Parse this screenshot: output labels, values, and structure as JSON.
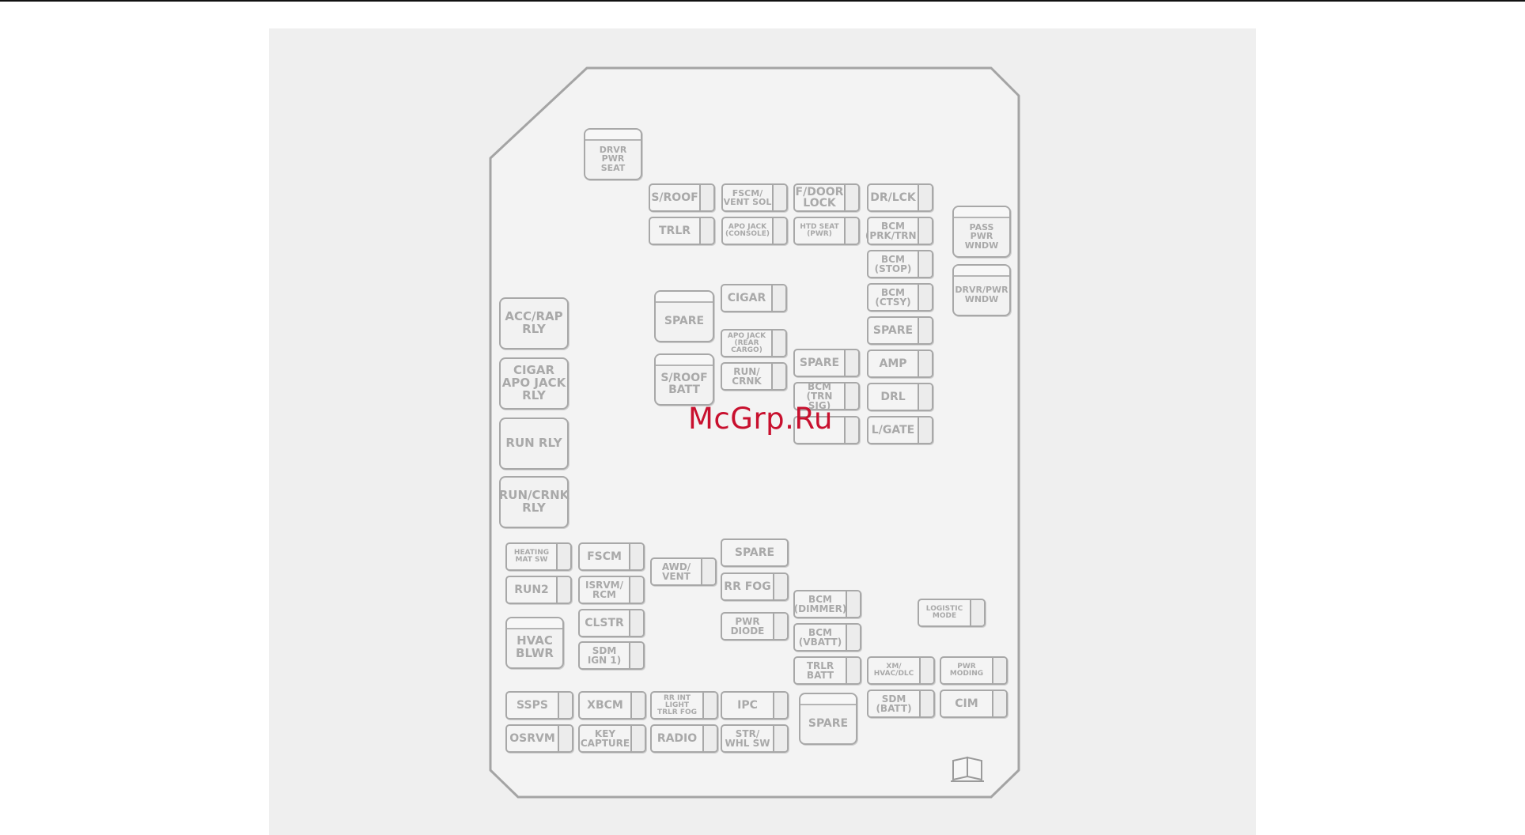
{
  "watermark": "McGrp.Ru",
  "fuses": [
    {
      "id": "sroof",
      "label": "S/ROOF",
      "size": "m"
    },
    {
      "id": "fscm-vent",
      "label": "FSCM/\nVENT SOL",
      "size": "s"
    },
    {
      "id": "fdoor",
      "label": "F/DOOR\nLOCK",
      "size": "m"
    },
    {
      "id": "drlck",
      "label": "DR/LCK",
      "size": "m"
    },
    {
      "id": "trlr",
      "label": "TRLR",
      "size": "m"
    },
    {
      "id": "apo-console",
      "label": "APO JACK\n(CONSOLE)",
      "size": "xs"
    },
    {
      "id": "htd-seat",
      "label": "HTD SEAT\n(PWR)",
      "size": "xs"
    },
    {
      "id": "bcm-prk",
      "label": "BCM\n(PRK/TRN)",
      "size": "s2"
    },
    {
      "id": "bcm-stop",
      "label": "BCM\n(STOP)",
      "size": "s2"
    },
    {
      "id": "bcm-ctsy",
      "label": "BCM\n(CTSY)",
      "size": "s2"
    },
    {
      "id": "cigar",
      "label": "CIGAR",
      "size": "m"
    },
    {
      "id": "apo-rear",
      "label": "APO JACK\n(REAR\nCARGO)",
      "size": "xs"
    },
    {
      "id": "run-crnk",
      "label": "RUN/\nCRNK",
      "size": "s2"
    },
    {
      "id": "spare-r1",
      "label": "SPARE",
      "size": "m"
    },
    {
      "id": "spare-c1",
      "label": "SPARE",
      "size": "m"
    },
    {
      "id": "amp",
      "label": "AMP",
      "size": "m"
    },
    {
      "id": "bcm-trn",
      "label": "BCM\n(TRN SIG)",
      "size": "s2"
    },
    {
      "id": "drl",
      "label": "DRL",
      "size": "m"
    },
    {
      "id": "obscured",
      "label": "",
      "size": "m"
    },
    {
      "id": "lgate",
      "label": "L/GATE",
      "size": "m"
    },
    {
      "id": "heating-mat",
      "label": "HEATING\nMAT SW",
      "size": "xs"
    },
    {
      "id": "fscm",
      "label": "FSCM",
      "size": "m"
    },
    {
      "id": "awd-vent",
      "label": "AWD/\nVENT",
      "size": "s2"
    },
    {
      "id": "spare-bottom1",
      "label": "SPARE",
      "size": "m",
      "notab": true
    },
    {
      "id": "run2",
      "label": "RUN2",
      "size": "m"
    },
    {
      "id": "isrvm",
      "label": "ISRVM/\nRCM",
      "size": "s2"
    },
    {
      "id": "rrfog",
      "label": "RR FOG",
      "size": "m"
    },
    {
      "id": "bcm-dimmer",
      "label": "BCM\n(DIMMER)",
      "size": "s2"
    },
    {
      "id": "logistic",
      "label": "LOGISTIC\nMODE",
      "size": "xs"
    },
    {
      "id": "clstr",
      "label": "CLSTR",
      "size": "m"
    },
    {
      "id": "pwr-diode",
      "label": "PWR\nDIODE",
      "size": "s2"
    },
    {
      "id": "bcm-vbatt",
      "label": "BCM\n(VBATT)",
      "size": "s2"
    },
    {
      "id": "sdm-ign",
      "label": "SDM\nIGN 1)",
      "size": "s2"
    },
    {
      "id": "trlr-batt",
      "label": "TRLR\nBATT",
      "size": "s2"
    },
    {
      "id": "xm-hvac",
      "label": "XM/\nHVAC/DLC",
      "size": "xs"
    },
    {
      "id": "pwr-moding",
      "label": "PWR\nMODING",
      "size": "xs"
    },
    {
      "id": "ssps",
      "label": "SSPS",
      "size": "m"
    },
    {
      "id": "xbcm",
      "label": "XBCM",
      "size": "m"
    },
    {
      "id": "rr-int-light",
      "label": "RR INT LIGHT\nTRLR FOG",
      "size": "xs"
    },
    {
      "id": "ipc",
      "label": "IPC",
      "size": "m"
    },
    {
      "id": "sdm-batt",
      "label": "SDM\n(BATT)",
      "size": "s2"
    },
    {
      "id": "cim",
      "label": "CIM",
      "size": "m"
    },
    {
      "id": "osrvm",
      "label": "OSRVM",
      "size": "m"
    },
    {
      "id": "key-capture",
      "label": "KEY\nCAPTURE",
      "size": "s2"
    },
    {
      "id": "radio",
      "label": "RADIO",
      "size": "m"
    },
    {
      "id": "str-whl",
      "label": "STR/\nWHL SW",
      "size": "s2"
    }
  ],
  "relays": [
    {
      "id": "drvr-pwr-seat",
      "label": "DRVR\nPWR\nSEAT",
      "size": "s"
    },
    {
      "id": "pass-pwr-wndw",
      "label": "PASS\nPWR\nWNDW",
      "size": "s"
    },
    {
      "id": "drvr-pwr-wndw",
      "label": "DRVR/PWR\nWNDW",
      "size": "s"
    },
    {
      "id": "spare-relay1",
      "label": "SPARE",
      "size": "m"
    },
    {
      "id": "sroof-batt",
      "label": "S/ROOF\nBATT",
      "size": "m"
    },
    {
      "id": "acc-rap",
      "label": "ACC/RAP\nRLY",
      "size": "l",
      "nocap": true
    },
    {
      "id": "cigar-apo",
      "label": "CIGAR\nAPO JACK\nRLY",
      "size": "l",
      "nocap": true
    },
    {
      "id": "run-rly",
      "label": "RUN RLY",
      "size": "l",
      "nocap": true
    },
    {
      "id": "run-crnk-rly",
      "label": "RUN/CRNK\nRLY",
      "size": "l",
      "nocap": true
    },
    {
      "id": "hvac-blwr",
      "label": "HVAC\nBLWR",
      "size": "l"
    },
    {
      "id": "spare-relay2",
      "label": "SPARE",
      "size": "m"
    }
  ]
}
